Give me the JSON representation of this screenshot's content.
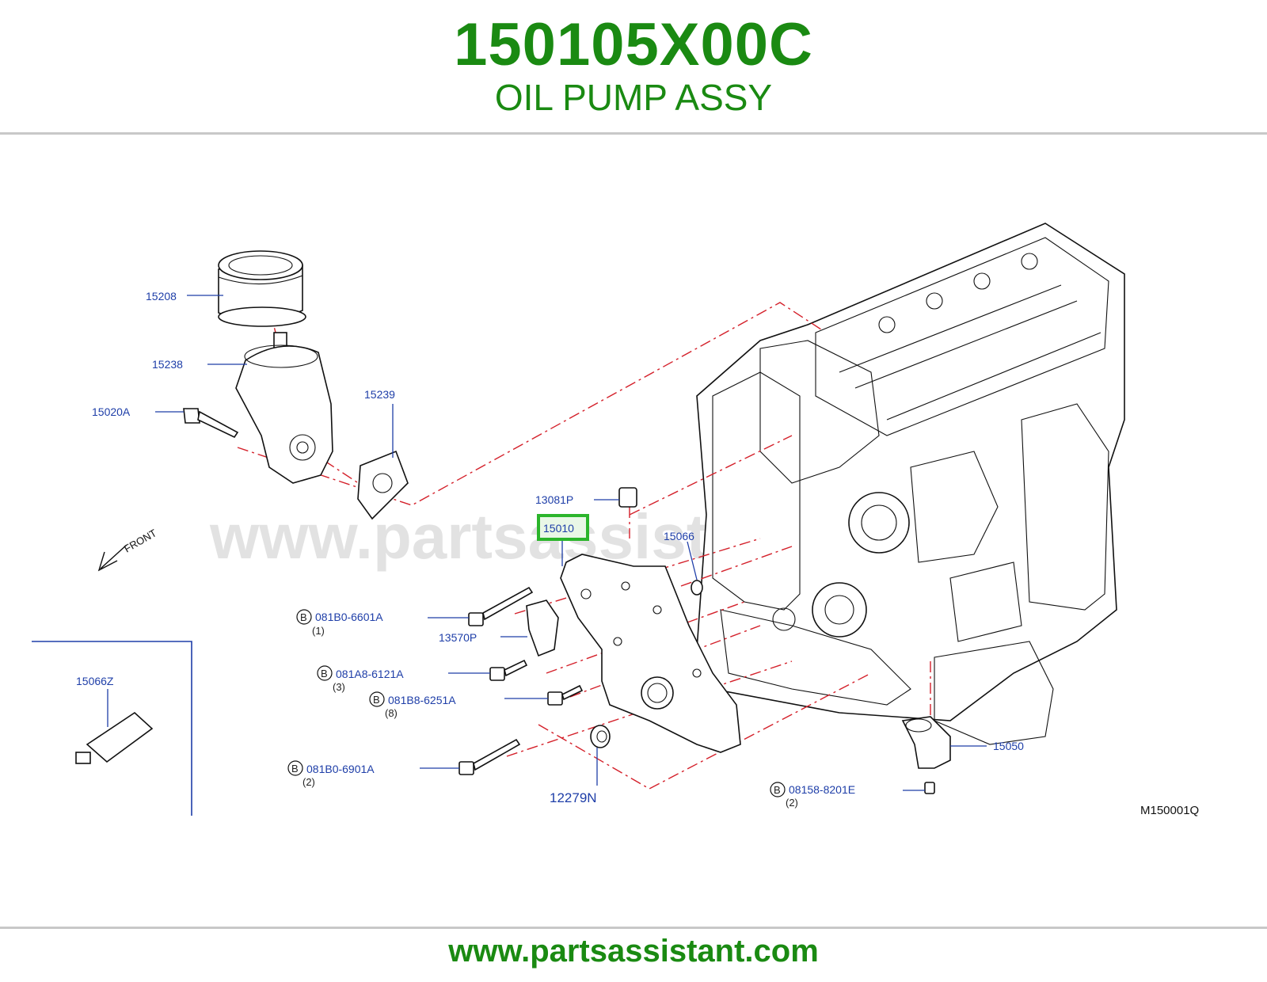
{
  "header": {
    "part_number": "150105X00C",
    "part_name": "OIL PUMP ASSY"
  },
  "diagram": {
    "watermark": "www.partsassistant.com",
    "front_label": "FRONT",
    "diagram_code": "M150001Q",
    "highlight_color": "#2bb52b",
    "labels": {
      "p15208": "15208",
      "p15238": "15238",
      "p15020A": "15020A",
      "p15239": "15239",
      "p13081P": "13081P",
      "p15010": "15010",
      "p15066": "15066",
      "p081B0_6601A": "081B0-6601A",
      "p081B0_6601A_qty": "(1)",
      "p13570P": "13570P",
      "p081A8_6121A": "081A8-6121A",
      "p081A8_6121A_qty": "(3)",
      "p081B8_6251A": "081B8-6251A",
      "p081B8_6251A_qty": "(8)",
      "p081B0_6901A": "081B0-6901A",
      "p081B0_6901A_qty": "(2)",
      "p12279N": "12279N",
      "p15050": "15050",
      "p08158_8201E": "08158-8201E",
      "p08158_8201E_qty": "(2)",
      "p15066Z": "15066Z",
      "bolt_mark": "B"
    }
  },
  "footer": {
    "url": "www.partsassistant.com"
  }
}
